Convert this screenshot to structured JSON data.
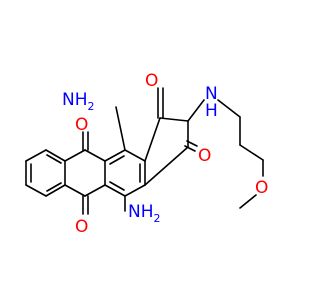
{
  "molecule": {
    "atoms": {
      "nh2_top": {
        "symbol": "NH",
        "sub": "2"
      },
      "nh2_bottom": {
        "symbol": "NH",
        "sub": "2"
      },
      "o_quinone_top": {
        "symbol": "O"
      },
      "o_quinone_bottom": {
        "symbol": "O"
      },
      "o_ketone_top": {
        "symbol": "O"
      },
      "o_ketone_right": {
        "symbol": "O"
      },
      "n_amine": {
        "symbol": "N"
      },
      "h_amine": {
        "symbol": "H"
      },
      "o_methoxy": {
        "symbol": "O"
      }
    }
  },
  "colors": {
    "oxygen": "#ff0000",
    "nitrogen": "#0000ff",
    "bond": "#000000",
    "background": "#ffffff"
  }
}
